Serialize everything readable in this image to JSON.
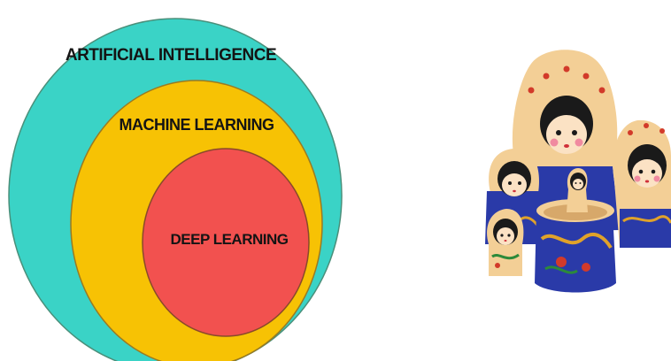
{
  "diagram": {
    "labels": {
      "outer": "ARTIFICIAL INTELLIGENCE",
      "middle": "MACHINE LEARNING",
      "inner": "DEEP LEARNING"
    },
    "colors": {
      "outer_fill": "#3ad3c6",
      "middle_fill": "#f7c204",
      "inner_fill": "#f2514f",
      "outline": "#7a7a3a",
      "text": "#141414"
    }
  },
  "photo": {
    "subject": "matryoshka-nesting-dolls",
    "colors": {
      "face_wood": "#f3cf96",
      "body_blue": "#2a3aa8",
      "dots_red": "#d23a2a",
      "hair": "#1a1a1a"
    }
  }
}
